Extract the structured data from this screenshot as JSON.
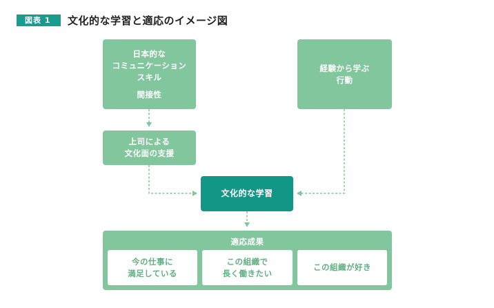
{
  "header": {
    "figure_label": "図表 1",
    "title": "文化的な学習と適応のイメージ図"
  },
  "nodes": {
    "communication": {
      "line1": "日本的な",
      "line2": "コミュニケーション",
      "line3": "スキル",
      "line4": "間接性"
    },
    "experience": {
      "line1": "経験から学ぶ",
      "line2": "行動"
    },
    "boss": {
      "line1": "上司による",
      "line2": "文化面の支援"
    },
    "learning": {
      "label": "文化的な学習"
    }
  },
  "outcomes": {
    "title": "適応成果",
    "items": [
      {
        "line1": "今の仕事に",
        "line2": "満足している"
      },
      {
        "line1": "この組織で",
        "line2": "長く働きたい"
      },
      {
        "line1": "この組織が好き"
      }
    ]
  },
  "colors": {
    "label_bg": "#1a9b8e",
    "light_box": "#82c69d",
    "dark_box": "#129686",
    "connector": "#82c69d"
  }
}
